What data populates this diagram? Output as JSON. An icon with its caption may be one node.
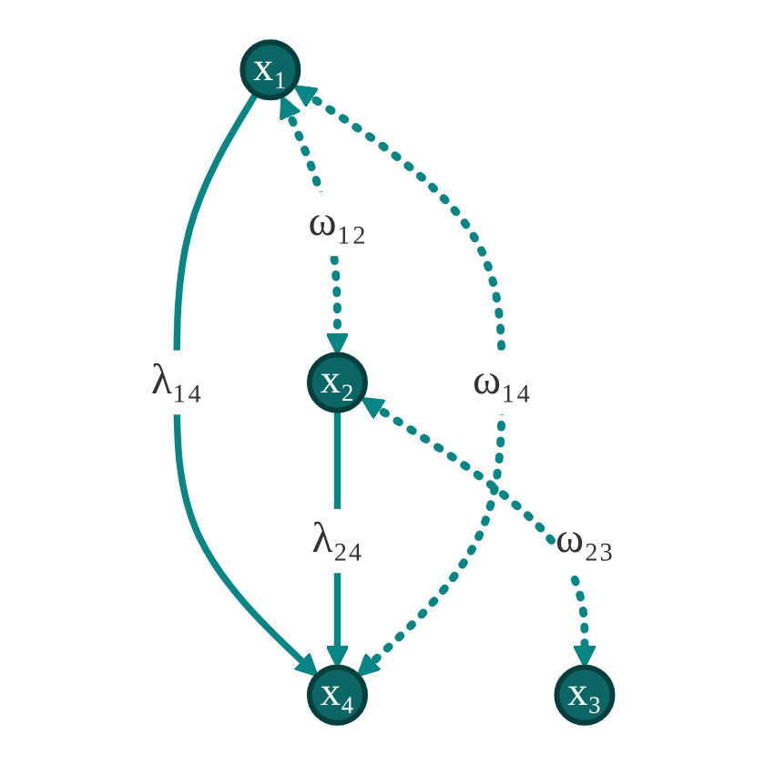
{
  "diagram": {
    "nodes": [
      {
        "text": [
          "x₁"
        ]
      },
      {
        "text": [
          "x₂"
        ]
      },
      {
        "text": [
          "x₃"
        ]
      },
      {
        "text": [
          "x₄"
        ]
      }
    ],
    "edges": [
      {
        "from": 0,
        "to": 1,
        "arrow": "both",
        "label": "ω₁₂",
        "style": "dashed"
      },
      {
        "from": 0,
        "to": 3,
        "arrow": "to",
        "label": "λ₁₄"
      },
      {
        "from": 1,
        "to": 3,
        "arrow": "to",
        "label": "λ₂₄"
      },
      {
        "from": 1,
        "to": 2,
        "arrow": "both",
        "label": "ω₂₃",
        "style": "dashed"
      },
      {
        "from": 0,
        "to": 3,
        "arrow": "both",
        "label": "ω₁₄",
        "style": "dashed"
      }
    ]
  }
}
